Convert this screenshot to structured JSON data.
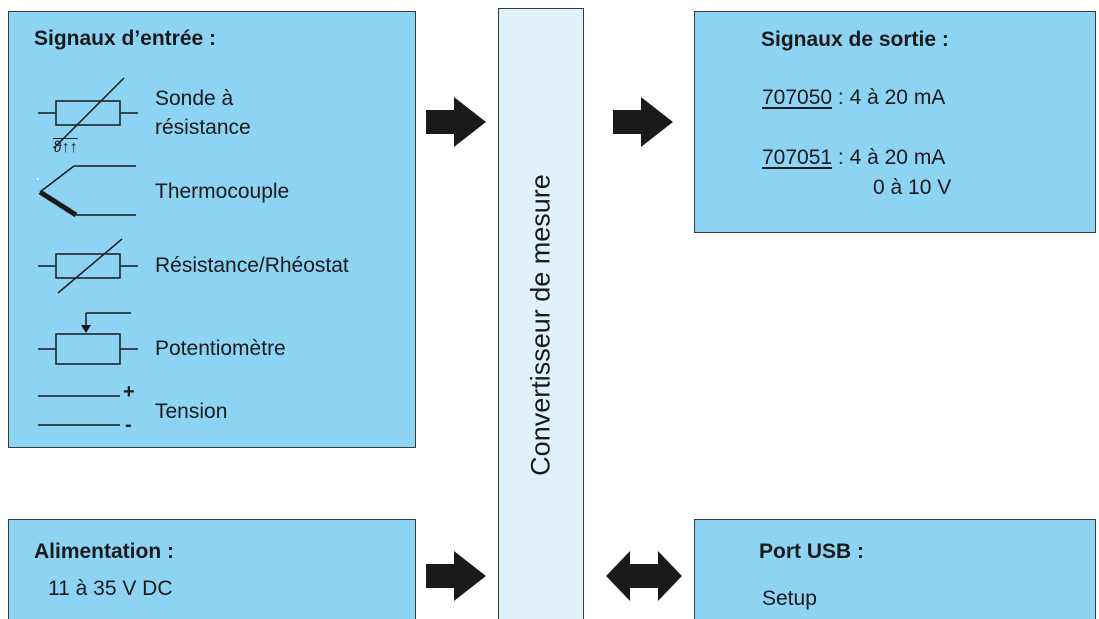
{
  "input": {
    "title": "Signaux d’entrée :",
    "items": [
      {
        "label_l1": "Sonde à",
        "label_l2": "résistance",
        "sub": "ϑ↑↑",
        "icon": "rtd-sensor-icon"
      },
      {
        "label": "Thermocouple",
        "icon": "thermocouple-icon"
      },
      {
        "label": "Résistance/Rhéostat",
        "icon": "variable-resistor-icon"
      },
      {
        "label": "Potentiomètre",
        "icon": "potentiometer-icon"
      },
      {
        "label": "Tension",
        "plus": "+",
        "minus": "-",
        "icon": "voltage-icon"
      }
    ]
  },
  "converter": {
    "label": "Convertisseur de mesure"
  },
  "output": {
    "title": "Signaux de sortie :",
    "model_a": {
      "code": "707050",
      "sep": " : ",
      "value": "4 à 20 mA"
    },
    "model_b": {
      "code": "707051",
      "sep": " : ",
      "value1": "4 à 20 mA",
      "value2": "0 à 10 V"
    }
  },
  "power": {
    "title": "Alimentation :",
    "value": "11 à 35 V DC"
  },
  "usb": {
    "title": "Port USB :",
    "value": "Setup"
  },
  "colors": {
    "box_fill": "#8dd3f4",
    "converter_fill": "#dff2fb",
    "arrow": "#1a1a1a"
  }
}
